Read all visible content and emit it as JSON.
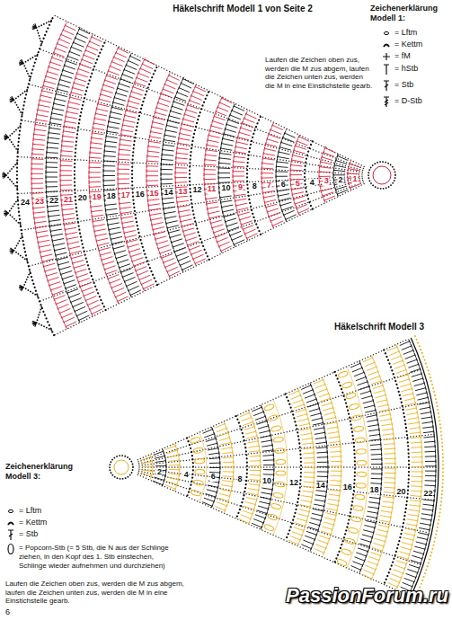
{
  "diagram": {
    "title": "Häkelschrift Modell 1 von Seite 2",
    "labels": [
      "Zeichenerklärung Modell 1:",
      "Laufen die Zeichen oben zus, werden die M zus abgem, laufen die Zeichen unten zus, werden die M in eine Einstichstelle gearb.",
      "1",
      "2",
      "3",
      "4",
      "5",
      "6",
      "7",
      "8",
      "9",
      "10",
      "11",
      "12",
      "13",
      "14",
      "15",
      "16",
      "17",
      "18",
      "19",
      "20",
      "21",
      "22",
      "23",
      "24",
      "Häkelschrift Modell 3",
      "Zeichenerklärung Modell 3:",
      "Laufen die Zeichen oben zus, werden die M zus abgem, laufen die Zeichen unten zus, werden die M in eine Einstichstelle gearb.",
      "2",
      "4",
      "6",
      "8",
      "10",
      "12",
      "14",
      "16",
      "18",
      "20",
      "22",
      "6",
      "PassionForum.ru"
    ],
    "legend": [
      {
        "text": "= Lftm"
      },
      {
        "text": "= Kettm"
      },
      {
        "text": "= fM"
      },
      {
        "text": "= hStb"
      },
      {
        "text": "= Stb"
      },
      {
        "text": "= D-Stb"
      },
      {
        "text": "= Lftm"
      },
      {
        "text": "= Kettm"
      },
      {
        "text": "= Stb"
      },
      {
        "text": "= Popcorn-Stb (= 5 Stb, die N aus der Schlinge ziehen, in den Kopf des 1. Stb einstechen, Schlinge wieder aufnehmen und durchziehen)"
      }
    ]
  }
}
